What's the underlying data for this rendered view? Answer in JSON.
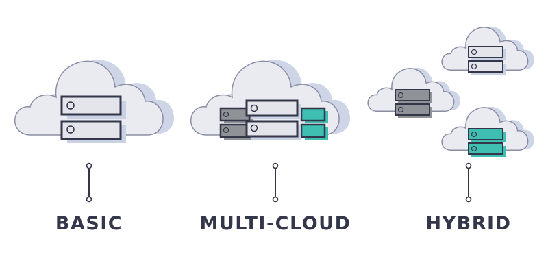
{
  "colors": {
    "cloud_outline": "#8a8ea3",
    "cloud_fill": "#e9ebf1",
    "cloud_shadow": "#cdd5e6",
    "server_outline": "#34374a",
    "server_fill": "#e3e5eb",
    "server_gray": "#8f9296",
    "server_teal": "#3fbfb2",
    "label_text": "#34374a"
  },
  "diagram": {
    "nodes": [
      {
        "id": "basic",
        "label": "BASIC"
      },
      {
        "id": "multi-cloud",
        "label": "MULTI-CLOUD"
      },
      {
        "id": "hybrid",
        "label": "HYBRID"
      }
    ]
  }
}
